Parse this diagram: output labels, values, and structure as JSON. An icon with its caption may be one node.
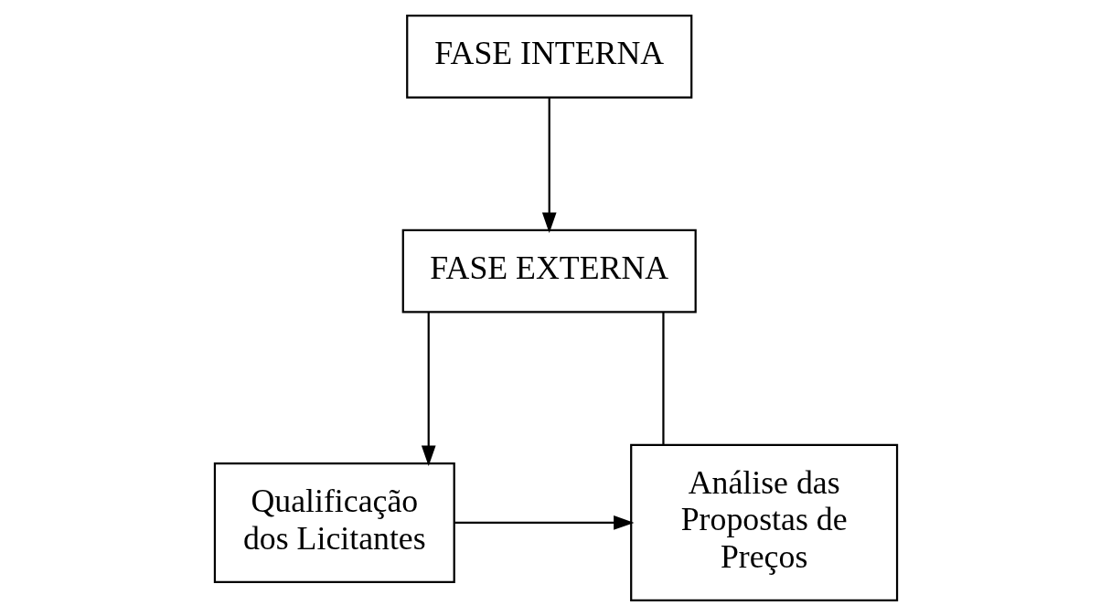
{
  "diagram": {
    "nodes": [
      {
        "text": [
          "FASE INTERNA"
        ]
      },
      {
        "text": [
          "FASE EXTERNA"
        ]
      },
      {
        "text": [
          "Qualificação dos Licitantes"
        ]
      },
      {
        "text": [
          "Análise das Propostas de Preços"
        ]
      }
    ],
    "edges": [
      {
        "from": 0,
        "to": 1,
        "arrow": "to"
      },
      {
        "from": 1,
        "to": 2,
        "arrow": "to"
      },
      {
        "from": 1,
        "to": 3,
        "arrow": "none"
      },
      {
        "from": 2,
        "to": 3,
        "arrow": "to"
      }
    ]
  }
}
